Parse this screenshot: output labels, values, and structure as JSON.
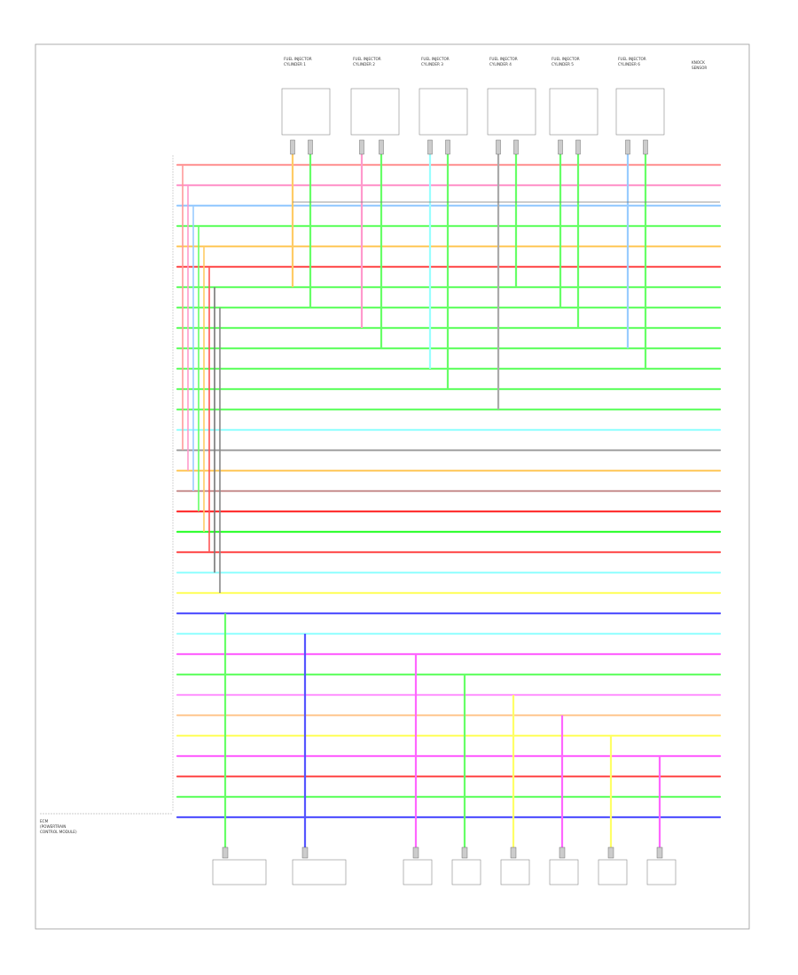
{
  "page": {
    "bottom_left_code": "",
    "ecm_label": [
      "ECM",
      "(POWERTRAIN",
      "CONTROL MODULE)"
    ]
  },
  "top_components": [
    {
      "label": [
        "FUEL INJECTOR",
        "CYLINDER 1"
      ]
    },
    {
      "label": [
        "FUEL INJECTOR",
        "CYLINDER 2"
      ]
    },
    {
      "label": [
        "FUEL INJECTOR",
        "CYLINDER 3"
      ]
    },
    {
      "label": [
        "FUEL INJECTOR",
        "CYLINDER 4"
      ]
    },
    {
      "label": [
        "FUEL INJECTOR",
        "CYLINDER 5"
      ]
    },
    {
      "label": [
        "FUEL INJECTOR",
        "CYLINDER 6"
      ]
    },
    {
      "label": [
        "KNOCK",
        "SENSOR"
      ]
    }
  ],
  "ecm_pins": [
    {
      "label": "",
      "pin": "",
      "wire": "",
      "color": "#ff9999"
    },
    {
      "label": "",
      "pin": "",
      "wire": "",
      "color": "#ff99cc"
    },
    {
      "label": "",
      "pin": "",
      "wire": "",
      "color": "#99ccff"
    },
    {
      "label": "",
      "pin": "",
      "wire": "",
      "color": "#66ff66"
    },
    {
      "label": "",
      "pin": "",
      "wire": "",
      "color": "#ffcc66"
    },
    {
      "label": "",
      "pin": "",
      "wire": "",
      "color": "#ff5555"
    },
    {
      "label": "",
      "pin": "",
      "wire": "",
      "color": "#66ff66"
    },
    {
      "label": "",
      "pin": "",
      "wire": "",
      "color": "#66ff66"
    },
    {
      "label": "",
      "pin": "",
      "wire": "",
      "color": "#66ff66"
    },
    {
      "label": "",
      "pin": "",
      "wire": "",
      "color": "#66ff66"
    },
    {
      "label": "",
      "pin": "",
      "wire": "",
      "color": "#66ff66"
    },
    {
      "label": "",
      "pin": "",
      "wire": "",
      "color": "#66ff66"
    },
    {
      "label": "",
      "pin": "",
      "wire": "",
      "color": "#66ff66"
    },
    {
      "label": "",
      "pin": "",
      "wire": "",
      "color": "#99ffff"
    },
    {
      "label": "",
      "pin": "",
      "wire": "",
      "color": "#aaaaaa"
    },
    {
      "label": "",
      "pin": "",
      "wire": "",
      "color": "#ffcc66"
    },
    {
      "label": "",
      "pin": "",
      "wire": "",
      "color": "#cc9999"
    },
    {
      "label": "",
      "pin": "",
      "wire": "",
      "color": "#ff3333"
    },
    {
      "label": "",
      "pin": "",
      "wire": "",
      "color": "#33ff33"
    },
    {
      "label": "",
      "pin": "",
      "wire": "",
      "color": "#ff5555"
    },
    {
      "label": "",
      "pin": "",
      "wire": "",
      "color": "#99ffff"
    },
    {
      "label": "",
      "pin": "",
      "wire": "",
      "color": "#ffff66"
    },
    {
      "label": "",
      "pin": "",
      "wire": "",
      "color": "#5555ff"
    },
    {
      "label": "",
      "pin": "",
      "wire": "",
      "color": "#99ffff"
    },
    {
      "label": "",
      "pin": "",
      "wire": "",
      "color": "#ff66ff"
    },
    {
      "label": "",
      "pin": "",
      "wire": "",
      "color": "#66ff66"
    },
    {
      "label": "",
      "pin": "",
      "wire": "",
      "color": "#ff99ff"
    },
    {
      "label": "",
      "pin": "",
      "wire": "",
      "color": "#ffcc99"
    },
    {
      "label": "",
      "pin": "",
      "wire": "",
      "color": "#ffff66"
    },
    {
      "label": "",
      "pin": "",
      "wire": "",
      "color": "#ff66ff"
    },
    {
      "label": "",
      "pin": "",
      "wire": "",
      "color": "#ff5555"
    },
    {
      "label": "",
      "pin": "",
      "wire": "",
      "color": "#66ff66"
    },
    {
      "label": "",
      "pin": "",
      "wire": "",
      "color": "#5555ff"
    }
  ],
  "bottom_components": [
    {
      "label": [
        "",
        ""
      ]
    },
    {
      "label": [
        "",
        ""
      ]
    },
    {
      "label": [
        "",
        ""
      ]
    },
    {
      "label": [
        "",
        ""
      ]
    },
    {
      "label": [
        "",
        ""
      ]
    },
    {
      "label": [
        "",
        ""
      ]
    },
    {
      "label": [
        "",
        ""
      ]
    },
    {
      "label": [
        "",
        ""
      ]
    }
  ],
  "bank_labels": [
    "",
    ""
  ],
  "colors": {
    "frame": "#999999",
    "ground": "#555555"
  }
}
